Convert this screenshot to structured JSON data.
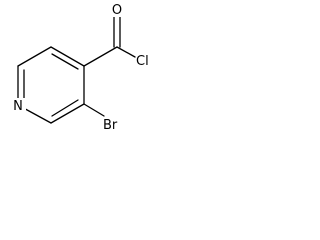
{
  "structure": {
    "atoms": {
      "nitrogen": "N",
      "oxygen": "O",
      "chlorine": "Cl",
      "bromine": "Br"
    }
  }
}
